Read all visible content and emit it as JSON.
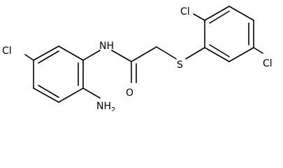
{
  "molecule": {
    "atoms": {
      "cl_left": "Cl",
      "nh": "NH",
      "nh2": "NH",
      "nh2_sub": "2",
      "o": "O",
      "s": "S",
      "cl_top": "Cl",
      "cl_right": "Cl"
    },
    "colors": {
      "bond": "#000000",
      "label": "#000000",
      "background": "#ffffff"
    }
  }
}
